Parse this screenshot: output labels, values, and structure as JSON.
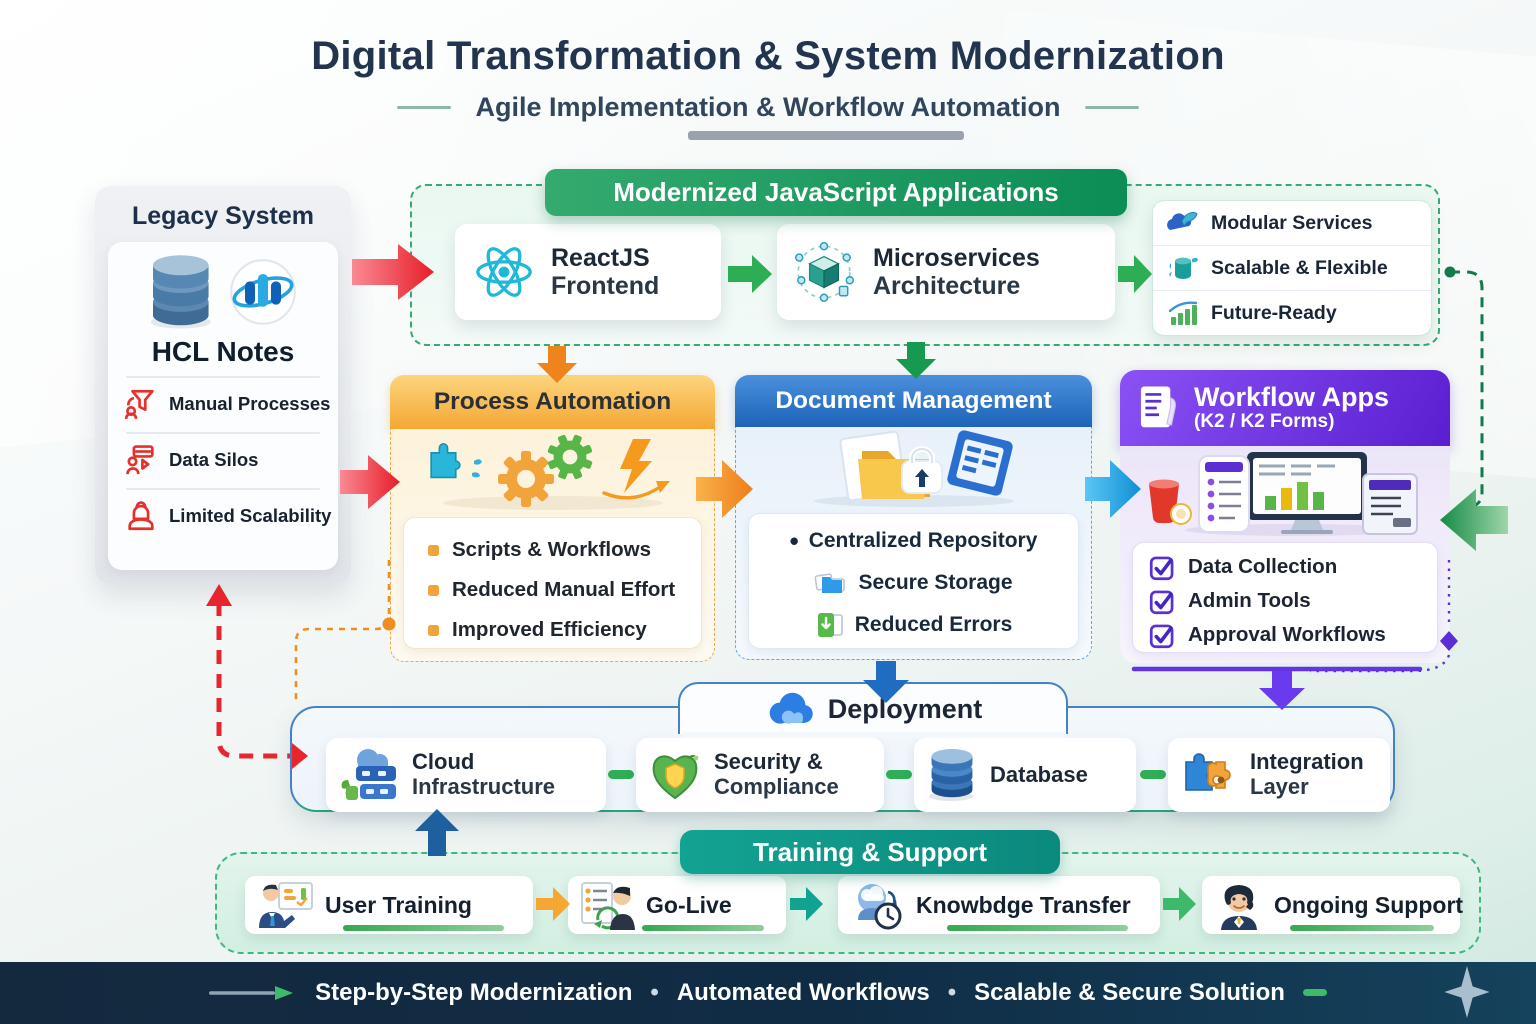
{
  "header": {
    "title": "Digital Transformation & System Modernization",
    "subtitle": "Agile Implementation & Workflow Automation"
  },
  "legacy": {
    "title": "Legacy System",
    "system_name": "HCL Notes",
    "logo_icons": [
      "database-stack-icon",
      "hcl-notes-logo"
    ],
    "issues": [
      {
        "label": "Manual Processes",
        "icon": "funnel-process-icon"
      },
      {
        "label": "Data Silos",
        "icon": "data-silo-icon"
      },
      {
        "label": "Limited Scalability",
        "icon": "limited-capacity-icon"
      }
    ]
  },
  "modernized": {
    "banner": "Modernized JavaScript Applications",
    "cards": [
      {
        "line1": "ReactJS",
        "line2": "Frontend",
        "icon": "react-icon"
      },
      {
        "line1": "Microservices",
        "line2": "Architecture",
        "icon": "microservices-cube-icon"
      }
    ],
    "benefits": [
      {
        "label": "Modular Services",
        "icon": "modules-icon"
      },
      {
        "label": "Scalable & Flexible",
        "icon": "scalable-container-icon"
      },
      {
        "label": "Future-Ready",
        "icon": "growth-chart-icon"
      }
    ]
  },
  "process_automation": {
    "title": "Process Automation",
    "items": [
      "Scripts & Workflows",
      "Reduced Manual Effort",
      "Improved Efficiency"
    ],
    "art_icons": [
      "puzzle-icon",
      "gear-icon",
      "gear-icon",
      "lightning-icon",
      "curved-arrow-icon"
    ]
  },
  "document_management": {
    "title": "Document Management",
    "bullet": "•",
    "items": [
      {
        "label": "Centralized Repository",
        "icon": "bullet-dot"
      },
      {
        "label": "Secure Storage",
        "icon": "secure-folder-icon"
      },
      {
        "label": "Reduced Errors",
        "icon": "document-check-icon"
      }
    ],
    "art_icons": [
      "folder-lock-icon",
      "documents-icon"
    ]
  },
  "workflow_apps": {
    "title": "Workflow Apps",
    "subtitle": "(K2 / K2 Forms)",
    "header_icon": "form-document-icon",
    "checkbox_icon": "checkbox-checked-icon",
    "items": [
      "Data Collection",
      "Admin Tools",
      "Approval Workflows"
    ],
    "art_icons": [
      "dashboard-monitor-icon",
      "mobile-list-icon",
      "tablet-icon",
      "coffee-cup-icon"
    ]
  },
  "deployment": {
    "title": "Deployment",
    "title_icon": "cloud-icon",
    "items": [
      {
        "line1": "Cloud",
        "line2": "Infrastructure",
        "icon": "cloud-server-icon"
      },
      {
        "line1": "Security &",
        "line2": "Compliance",
        "icon": "security-shield-icon"
      },
      {
        "line1": "Database",
        "line2": "",
        "icon": "database-cylinder-icon"
      },
      {
        "line1": "Integration",
        "line2": "Layer",
        "icon": "puzzle-pieces-icon"
      }
    ]
  },
  "training": {
    "banner": "Training & Support",
    "steps": [
      {
        "label": "User Training",
        "icon": "trainer-presenting-icon"
      },
      {
        "label": "Go-Live",
        "icon": "golive-checklist-icon"
      },
      {
        "label": "Knowbdge Transfer",
        "icon": "knowledge-cloud-clock-icon"
      },
      {
        "label": "Ongoing Support",
        "icon": "support-agent-icon"
      }
    ]
  },
  "footer": {
    "separator": "•",
    "items": [
      "Step-by-Step Modernization",
      "Automated Workflows",
      "Scalable & Secure Solution"
    ]
  },
  "colors": {
    "title_navy": "#22344e",
    "banner_green": "#0c8d56",
    "header_orange": "#f5a733",
    "header_blue": "#1d63b8",
    "header_purple": "#5a1ed0",
    "banner_teal": "#0b897d",
    "footer_navy": "#14293e",
    "arrow_red": "#e8242c",
    "arrow_orange": "#f0841c",
    "arrow_green": "#2eae54",
    "arrow_blue": "#1ca3ea",
    "arrow_purple": "#6a3bee",
    "legacy_issue_red": "#e8302a"
  }
}
